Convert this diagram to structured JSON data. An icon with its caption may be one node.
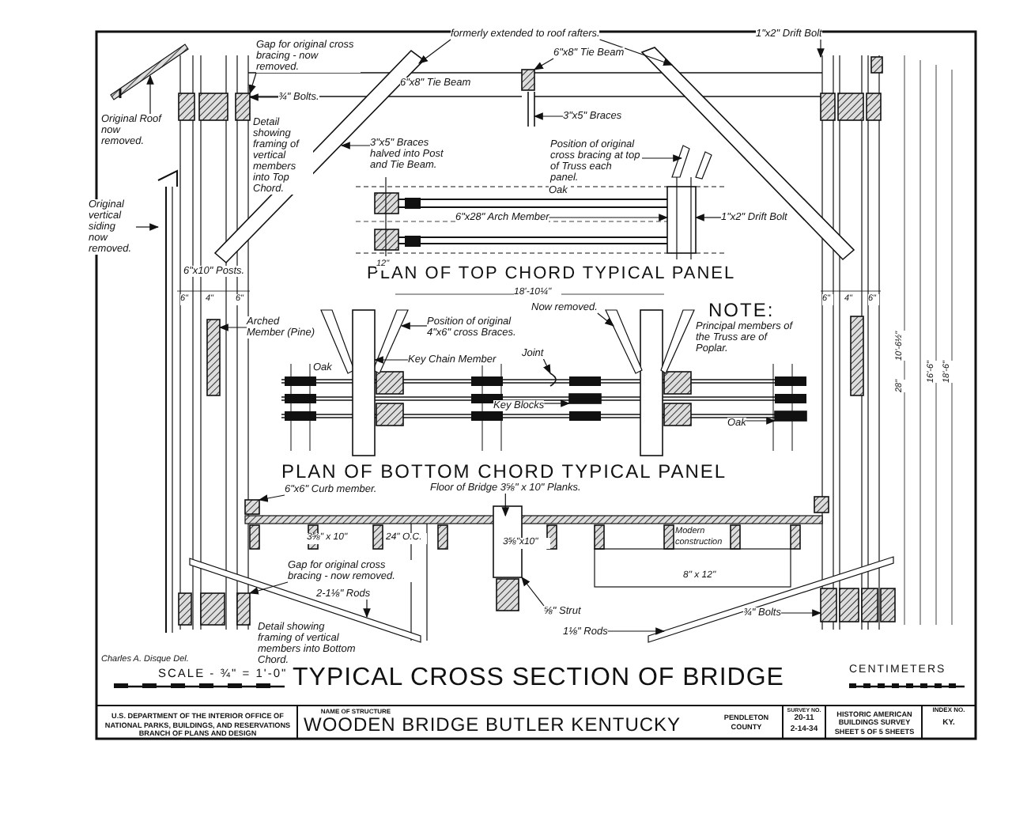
{
  "diagram": {
    "title": "TYPICAL CROSS SECTION OF BRIDGE",
    "nodes": [
      {
        "text": [
          "Original Roof now removed."
        ]
      },
      {
        "text": [
          "Gap for original cross bracing - now removed."
        ]
      },
      {
        "text": [
          "formerly extended to roof rafters."
        ]
      },
      {
        "text": [
          "6\"x8\" Tie Beam"
        ]
      },
      {
        "text": [
          "3\"x5\" Braces"
        ]
      },
      {
        "text": [
          "1\"x2\" Drift Bolt"
        ]
      },
      {
        "text": [
          "¾\" Bolts."
        ]
      },
      {
        "text": [
          "3\"x5\" Braces halved into Post and Tie Beam."
        ]
      },
      {
        "text": [
          "Original vertical siding now removed."
        ]
      },
      {
        "text": [
          "Position of original cross bracing at top of Truss each panel."
        ]
      },
      {
        "text": [
          "6\"x28\" Arch Member"
        ]
      },
      {
        "text": [
          "1\"x2\" Drift Bolt"
        ]
      },
      {
        "text": [
          "Arched Member (Pine)"
        ]
      },
      {
        "text": [
          "Position of original 4\"x6\" cross Braces."
        ]
      },
      {
        "text": [
          "Key Chain Member"
        ]
      },
      {
        "text": [
          "Now removed."
        ]
      },
      {
        "text": [
          "Joint"
        ]
      },
      {
        "text": [
          "Key Blocks"
        ]
      },
      {
        "text": [
          "Oak"
        ]
      },
      {
        "text": [
          "6\"x6\" Curb member."
        ]
      },
      {
        "text": [
          "Floor of Bridge 3⅝\" x 10\" Planks."
        ]
      },
      {
        "text": [
          "Gap for original cross bracing - now removed."
        ]
      },
      {
        "text": [
          "2-1⅛\" Rods"
        ]
      },
      {
        "text": [
          "⅝\" Strut"
        ]
      },
      {
        "text": [
          "1⅛\" Rods"
        ]
      },
      {
        "text": [
          "¾\" Bolts"
        ]
      },
      {
        "text": [
          "NOTE:",
          "Principal members of the Truss are of Poplar."
        ]
      },
      {
        "text": [],
        "shape": "picture"
      },
      {
        "text": [],
        "shape": "picture"
      },
      {
        "text": [],
        "shape": "picture"
      },
      {
        "text": [],
        "shape": "picture"
      },
      {
        "text": [],
        "shape": "picture"
      },
      {
        "text": [],
        "shape": "picture"
      },
      {
        "text": [],
        "shape": "picture"
      },
      {
        "text": [],
        "shape": "picture"
      },
      {
        "text": [],
        "shape": "picture"
      },
      {
        "text": [],
        "shape": "picture"
      },
      {
        "text": [],
        "shape": "picture"
      },
      {
        "text": [],
        "shape": "picture"
      },
      {
        "text": [],
        "shape": "picture"
      },
      {
        "text": [],
        "shape": "picture"
      },
      {
        "text": [],
        "shape": "picture"
      },
      {
        "text": [],
        "shape": "box"
      },
      {
        "text": [],
        "shape": "box"
      },
      {
        "text": [],
        "shape": "box"
      },
      {
        "text": [],
        "shape": "picture"
      },
      {
        "text": [],
        "shape": "picture"
      },
      {
        "text": [],
        "shape": "box"
      },
      {
        "text": [],
        "shape": "picture"
      },
      {
        "text": [],
        "shape": "picture"
      },
      {
        "text": [],
        "shape": "picture"
      }
    ],
    "edges": [
      {
        "from": 0,
        "to": 27,
        "arrow": "to"
      },
      {
        "from": 1,
        "to": 28,
        "arrow": "to"
      },
      {
        "from": 2,
        "to": 34,
        "arrow": "to"
      },
      {
        "from": 3,
        "to": 31,
        "arrow": "to"
      },
      {
        "from": 4,
        "to": 32,
        "arrow": "to"
      },
      {
        "from": 5,
        "to": 29,
        "arrow": "to"
      },
      {
        "from": 6,
        "to": 28,
        "arrow": "to"
      },
      {
        "from": 7,
        "to": 33,
        "arrow": "to"
      },
      {
        "from": 8,
        "to": 30,
        "arrow": "to"
      },
      {
        "from": 9,
        "to": 35,
        "arrow": "to"
      },
      {
        "from": 10,
        "to": 36,
        "arrow": "to"
      },
      {
        "from": 11,
        "to": 36,
        "arrow": "to"
      },
      {
        "from": 12,
        "to": 37,
        "arrow": "to"
      },
      {
        "from": 13,
        "to": 38,
        "arrow": "to"
      },
      {
        "from": 14,
        "to": 39,
        "arrow": "to"
      },
      {
        "from": 15,
        "to": 40,
        "arrow": "to"
      },
      {
        "from": 16,
        "to": 41,
        "arrow": "to"
      },
      {
        "from": 17,
        "to": 42,
        "arrow": "to"
      },
      {
        "from": 18,
        "to": 43,
        "arrow": "to"
      },
      {
        "from": 19,
        "to": 44,
        "arrow": "to"
      },
      {
        "from": 20,
        "to": 45,
        "arrow": "to"
      },
      {
        "from": 21,
        "to": 49,
        "arrow": "to"
      },
      {
        "from": 22,
        "to": 46,
        "arrow": "to"
      },
      {
        "from": 23,
        "to": 47,
        "arrow": "to"
      },
      {
        "from": 24,
        "to": 48,
        "arrow": "to"
      },
      {
        "from": 25,
        "to": 50,
        "arrow": "to"
      },
      {
        "from": 2,
        "to": 33,
        "arrow": "to"
      }
    ],
    "labels": [
      "6\"x8\" Tie Beam",
      "Detail showing framing of vertical members into Top Chord.",
      "Oak",
      "PLAN OF TOP CHORD TYPICAL PANEL",
      "12\"",
      "6\"x10\" Posts.",
      "6\"",
      "4\"",
      "6\"",
      "6\"",
      "4\"",
      "6\"",
      "18'-10¼\"",
      "Oak",
      "10'-6½\"",
      "28\"",
      "16'-6\"",
      "18'-6\"",
      "PLAN OF BOTTOM CHORD TYPICAL PANEL",
      "3⅝\" x 10\"",
      "24\" O.C.",
      "3⅝\"x10\"",
      "Modern construction",
      "8\" x 12\"",
      "Detail showing framing of vertical members into Bottom Chord.",
      "Charles A. Disque Del.",
      "SCALE - ¾\" = 1'-0\"",
      "CENTIMETERS",
      "U.S. DEPARTMENT OF THE INTERIOR OFFICE OF NATIONAL PARKS, BUILDINGS, AND RESERVATIONS BRANCH OF PLANS AND DESIGN",
      "NAME OF STRUCTURE",
      "WOODEN BRIDGE BUTLER KENTUCKY",
      "PENDLETON COUNTY",
      "SURVEY NO.",
      "20-11",
      "2-14-34",
      "HISTORIC AMERICAN BUILDINGS SURVEY",
      "SHEET 5 OF 5 SHEETS",
      "INDEX NO.",
      "KY."
    ]
  }
}
